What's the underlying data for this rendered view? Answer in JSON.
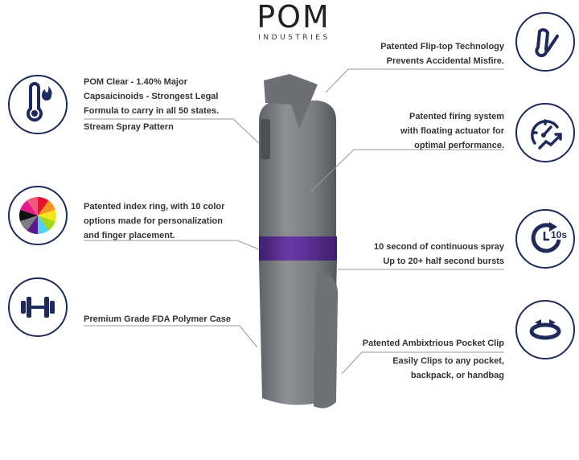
{
  "logo": {
    "brand": "POM",
    "subtitle": "INDUSTRIES"
  },
  "colors": {
    "navy": "#1f2a5c",
    "text": "#333333",
    "case": "#7c7f84",
    "ring": "#5b2e91"
  },
  "features_left": [
    {
      "icon": "thermometer-flame-icon",
      "lines": [
        "POM Clear - 1.40% Major",
        "Capsaicinoids - Strongest Legal",
        "Formula to carry in all 50 states."
      ],
      "sub": "Stream Spray Pattern"
    },
    {
      "icon": "color-wheel-icon",
      "lines": [
        "Patented index ring, with 10 color",
        "options made for personalization",
        "and finger placement."
      ]
    },
    {
      "icon": "dumbbell-icon",
      "lines": [
        "Premium Grade FDA Polymer Case"
      ]
    }
  ],
  "features_right": [
    {
      "icon": "safety-pin-check-icon",
      "lines": [
        "Patented Flip-top Technology",
        "Prevents Accidental Misfire."
      ]
    },
    {
      "icon": "speedometer-arrow-icon",
      "lines": [
        "Patented firing system",
        "with floating actuator for",
        "optimal performance."
      ]
    },
    {
      "icon": "timer-10s-icon",
      "icon_text": "10s",
      "lines": [
        "10 second of continuous spray",
        "Up to 20+ half second bursts"
      ]
    },
    {
      "icon": "rotate-clip-icon",
      "lines": [
        "Patented Ambixtrious Pocket Clip"
      ],
      "sub": [
        "Easily Clips to any pocket,",
        "backpack, or handbag"
      ]
    }
  ]
}
